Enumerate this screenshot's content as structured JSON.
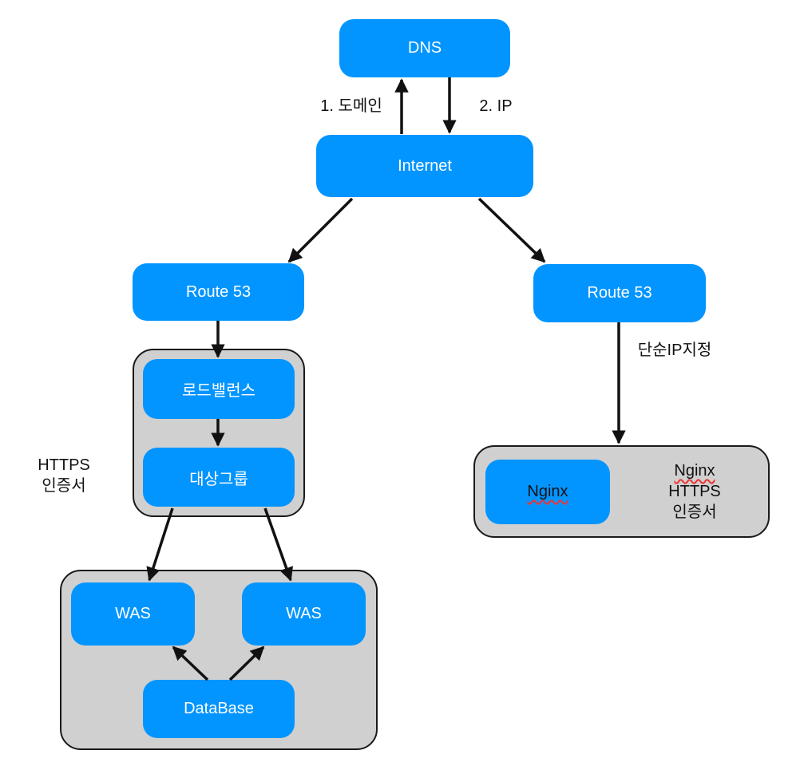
{
  "nodes": {
    "dns": "DNS",
    "internet": "Internet",
    "route53_left": "Route 53",
    "route53_right": "Route 53",
    "load_balancer": "로드밸런스",
    "target_group": "대상그룹",
    "was_left": "WAS",
    "was_right": "WAS",
    "database": "DataBase",
    "nginx": "Nginx"
  },
  "labels": {
    "step1": "1. 도메인",
    "step2": "2. IP",
    "simple_ip": "단순IP지정",
    "left_cert_line1": "HTTPS",
    "left_cert_line2": "인증서",
    "right_cert_line1": "Nginx",
    "right_cert_line2": "HTTPS",
    "right_cert_line3": "인증서"
  },
  "colors": {
    "node": "#0395ff",
    "group": "#d0d0d0"
  }
}
